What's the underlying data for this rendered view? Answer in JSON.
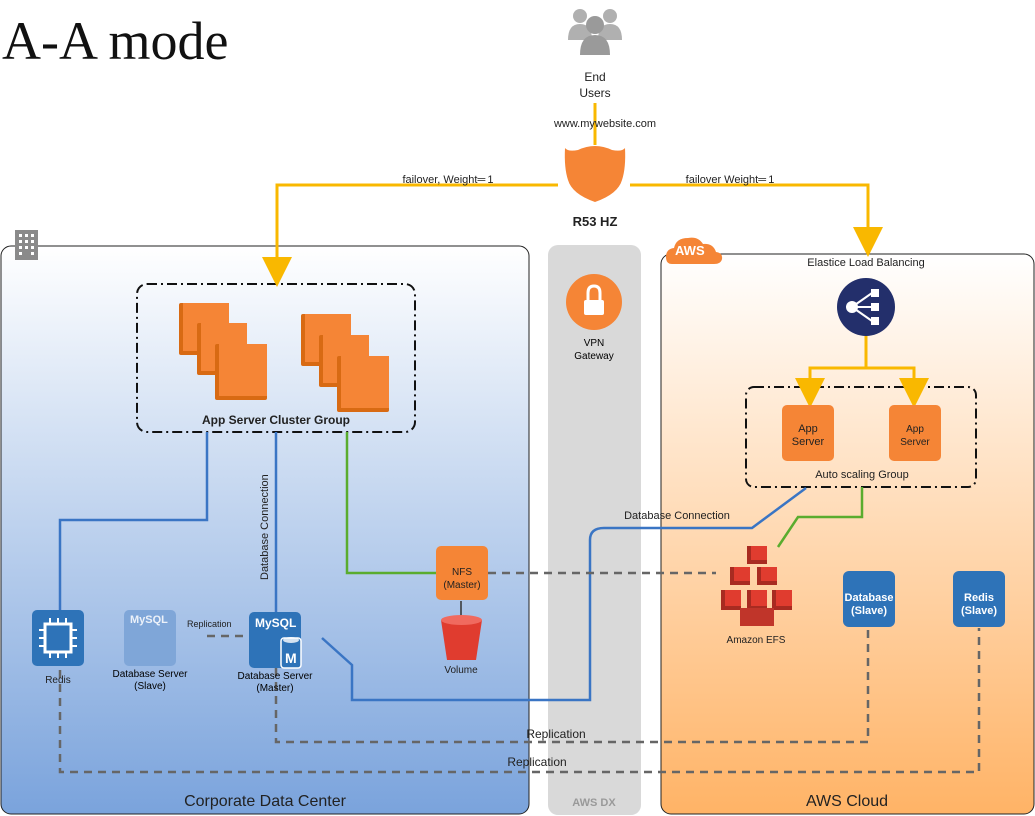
{
  "title": "A-A mode",
  "end_users": {
    "line1": "End",
    "line2": "Users"
  },
  "domain": "www.mywebsite.com",
  "r53": "R53 HZ",
  "left_route_label": "failover, Weight═ 1",
  "right_route_label": "failover Weight═ 1",
  "aws_badge": "AWS",
  "vpn": {
    "line1": "VPN",
    "line2": "Gateway"
  },
  "elb": "Elastice Load Balancing",
  "app_cluster": "App Server Cluster Group",
  "app_server": {
    "line1": "App",
    "line2": "Server"
  },
  "auto_scaling": "Auto scaling Group",
  "db_connection_vertical": "Database Connection",
  "db_connection_horizontal": "Database Connection",
  "nfs": {
    "line1": "NFS",
    "line2": "(Master)"
  },
  "volume": "Volume",
  "efs": "Amazon EFS",
  "db_aws": {
    "line1": "Database",
    "line2": "(Slave)"
  },
  "redis_aws": {
    "line1": "Redis",
    "line2": "(Slave)"
  },
  "redis_left": "Redis",
  "mysql_label": "MySQL",
  "mysql_m": "M",
  "db_slave_left": {
    "line1": "Database Server",
    "line2": "(Slave)"
  },
  "db_master_left": {
    "line1": "Database Server",
    "line2": "(Master)"
  },
  "replication_small": "Replication",
  "replication_1": "Replication",
  "replication_2": "Replication",
  "corporate": "Corporate Data Center",
  "aws_dx": "AWS DX",
  "aws_cloud": "AWS Cloud",
  "colors": {
    "orange": "#f58536",
    "orange_dark": "#d86a13",
    "yellow_line": "#f9b800",
    "blue_line": "#3a75c4",
    "green_line": "#5aac2e",
    "dash_gray": "#666666",
    "navy": "#232f6b",
    "aws_blue": "#2e73b8"
  }
}
